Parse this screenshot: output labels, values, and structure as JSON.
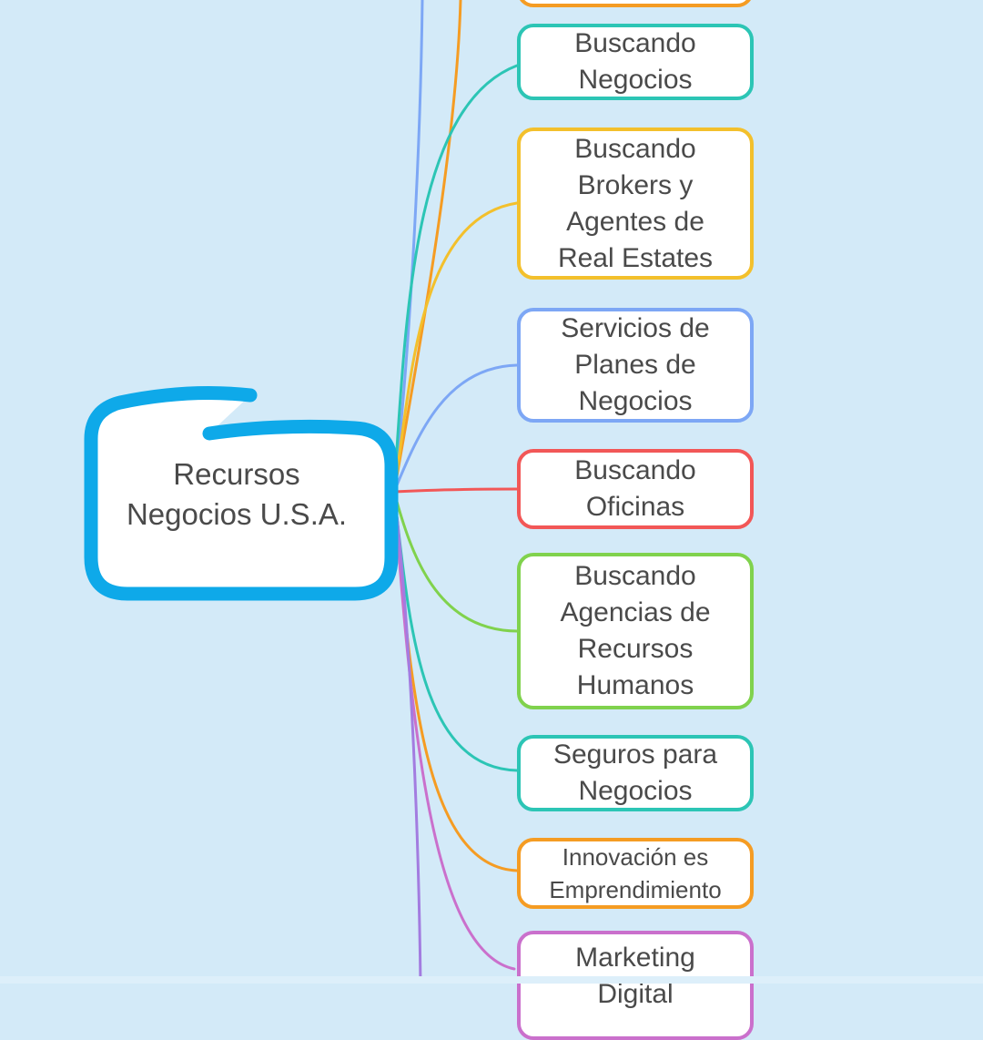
{
  "app": {
    "kind": "mindmap-canvas",
    "background_color": "#d3eaf8",
    "bottom_strip_color": "#ddeffa",
    "node_text_color": "#4a4a4a",
    "node_fill_color": "#ffffff"
  },
  "root": {
    "label": "Recursos Negocios U.S.A.",
    "border_color": "#0ea9e9",
    "style": "hand-drawn thick marker border"
  },
  "nodes": [
    {
      "id": "top-cut-node",
      "label": "",
      "border_color": "#f59c23",
      "line_color": "#f59c23",
      "note": "node cut off at top edge of screen"
    },
    {
      "id": "buscando-negocios",
      "label": "Buscando Negocios",
      "border_color": "#2cc5b5",
      "line_color": "#2cc5b5"
    },
    {
      "id": "buscando-brokers",
      "label": "Buscando Brokers y Agentes de Real Estates",
      "border_color": "#f3c02c",
      "line_color": "#f3c02c"
    },
    {
      "id": "servicios-planes",
      "label": "Servicios de Planes de Negocios",
      "border_color": "#7da7f5",
      "line_color": "#7da7f5"
    },
    {
      "id": "buscando-oficinas",
      "label": "Buscando Oficinas",
      "border_color": "#f25757",
      "line_color": "#f25757"
    },
    {
      "id": "buscando-agencias",
      "label": "Buscando Agencias de Recursos Humanos",
      "border_color": "#80d24d",
      "line_color": "#80d24d"
    },
    {
      "id": "seguros-negocios",
      "label": "Seguros para Negocios",
      "border_color": "#2cc5b5",
      "line_color": "#2cc5b5"
    },
    {
      "id": "innovacion",
      "label": "Innovación es Emprendimiento",
      "border_color": "#f59c23",
      "line_color": "#f59c23"
    },
    {
      "id": "marketing-digital",
      "label": "Marketing Digital",
      "border_color": "#ca70cc",
      "line_color": "#ca70cc",
      "note": "node cut off at bottom edge of screen"
    }
  ],
  "offscreen_edges": [
    {
      "id": "edge-up-blue",
      "color": "#7da7f5",
      "note": "branch leaving top of screen"
    },
    {
      "id": "edge-down-violet",
      "color": "#a37ce0",
      "note": "branch leaving bottom of screen"
    }
  ]
}
